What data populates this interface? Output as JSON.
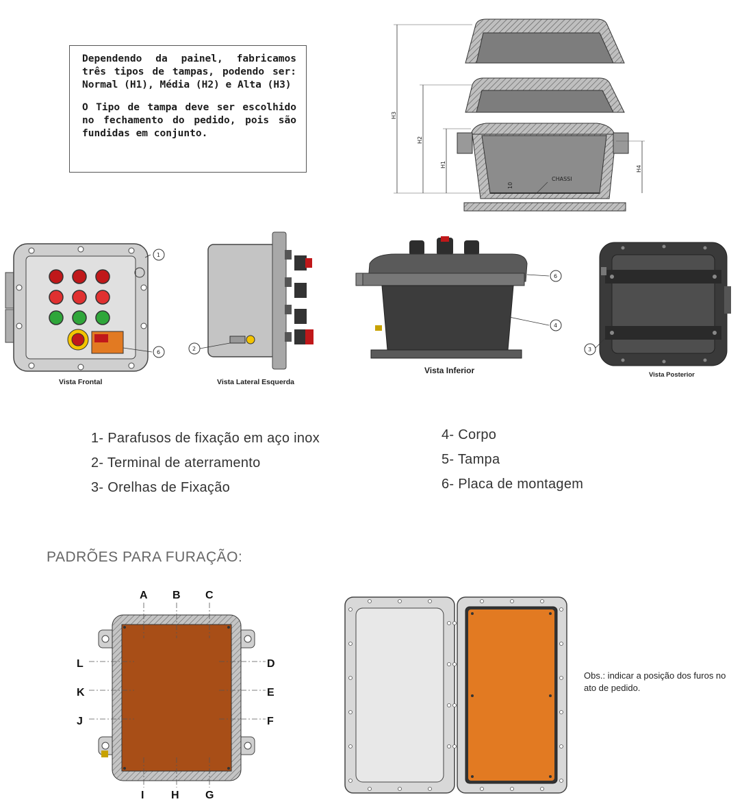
{
  "intro": {
    "paragraph1": "Dependendo da painel, fabricamos três tipos de tampas, podendo ser: Normal (H1), Média (H2) e Alta (H3)",
    "paragraph2": "O Tipo de tampa deve ser escolhido no fechamento do pedido, pois são fundidas em conjunto."
  },
  "dimensions": {
    "h3": "H3",
    "h2": "H2",
    "h1": "H1",
    "h4": "H4",
    "chassi": "CHASSI",
    "ten": "10"
  },
  "views": {
    "front": "Vista Frontal",
    "left": "Vista Lateral Esquerda",
    "bottom": "Vista Inferior",
    "rear": "Vista Posterior"
  },
  "callouts": {
    "c1": "1",
    "c2": "2",
    "c3": "3",
    "c4": "4",
    "c6a": "6",
    "c6b": "6"
  },
  "parts_left": [
    "1- Parafusos de fixação em aço inox",
    "2- Terminal de aterramento",
    "3- Orelhas de Fixação"
  ],
  "parts_right": [
    "4- Corpo",
    "5- Tampa",
    "6- Placa de montagem"
  ],
  "section_title": "PADRÕES PARA FURAÇÃO:",
  "hole_letters": {
    "a": "A",
    "b": "B",
    "c": "C",
    "d": "D",
    "e": "E",
    "f": "F",
    "g": "G",
    "h": "H",
    "i": "I",
    "j": "J",
    "k": "K",
    "l": "L"
  },
  "obs": "Obs.: indicar a posição dos furos no ato de pedido.",
  "colors": {
    "plate_brown": "#a84e17",
    "plate_orange": "#e27a22",
    "body_dark": "#4a4a4a",
    "lid_grey": "#d8d8d8"
  }
}
